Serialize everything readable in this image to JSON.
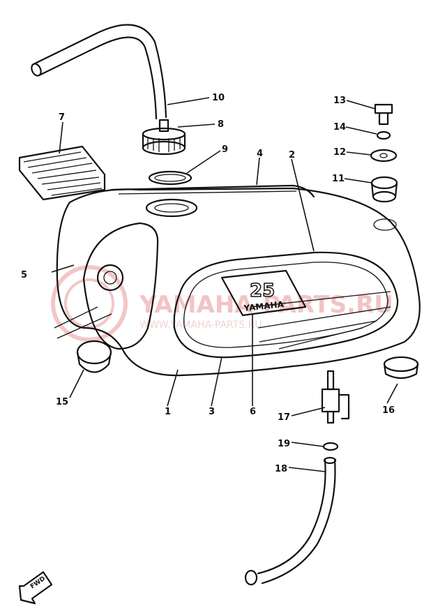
{
  "part_labels": [
    {
      "id": "p1",
      "text": "1"
    },
    {
      "id": "p2",
      "text": "2"
    },
    {
      "id": "p3",
      "text": "3"
    },
    {
      "id": "p4",
      "text": "4"
    },
    {
      "id": "p5",
      "text": "5"
    },
    {
      "id": "p6",
      "text": "6"
    },
    {
      "id": "p7",
      "text": "7"
    },
    {
      "id": "p8",
      "text": "8"
    },
    {
      "id": "p9",
      "text": "9"
    },
    {
      "id": "p10",
      "text": "10"
    },
    {
      "id": "p11",
      "text": "11"
    },
    {
      "id": "p12",
      "text": "12"
    },
    {
      "id": "p13",
      "text": "13"
    },
    {
      "id": "p14",
      "text": "14"
    },
    {
      "id": "p15",
      "text": "15"
    },
    {
      "id": "p16",
      "text": "16"
    },
    {
      "id": "p17",
      "text": "17"
    },
    {
      "id": "p18",
      "text": "18"
    },
    {
      "id": "p19",
      "text": "19"
    }
  ],
  "emblem": {
    "number": "25",
    "brand": "YAMAHA"
  },
  "watermark": {
    "main": "YAMAHA-PARTS.RU",
    "sub": "WWW.YAMAHA-PARTS.RU"
  },
  "direction_arrow": {
    "label": "FWD"
  }
}
